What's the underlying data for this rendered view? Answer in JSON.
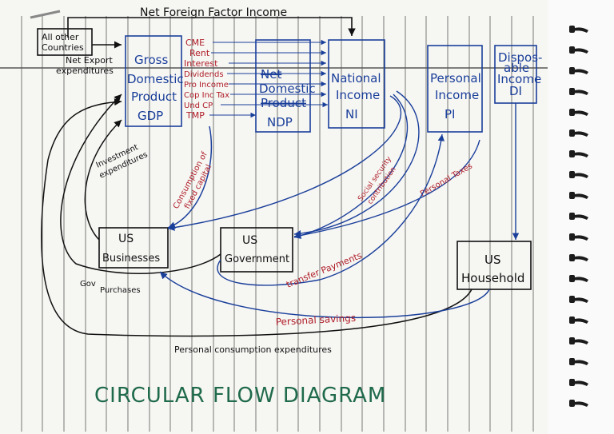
{
  "title": "CIRCULAR FLOW DIAGRAM",
  "top_arrow_label": "Net Foreign Factor Income",
  "other_countries": [
    "All other",
    "Countries"
  ],
  "net_export": [
    "Net Export",
    "expenditures"
  ],
  "gdp_box": [
    "Gross",
    "Domestic",
    "Product",
    "GDP"
  ],
  "components": [
    "CME",
    "Rent",
    "Interest",
    "Dividends",
    "Pro Income",
    "Cop Inc Tax",
    "Und CP",
    "TMP"
  ],
  "ndp_box": [
    "Net",
    "Domestic",
    "Product",
    "NDP"
  ],
  "ni_box": [
    "National",
    "Income",
    "NI"
  ],
  "pi_box": [
    "Personal",
    "Income",
    "PI"
  ],
  "di_box": [
    "Dispos-",
    "able",
    "Income",
    "DI"
  ],
  "businesses": [
    "US",
    "Businesses"
  ],
  "government": [
    "US",
    "Government"
  ],
  "household": [
    "US",
    "Household"
  ],
  "investment": [
    "Investment",
    "expenditures"
  ],
  "consumption_fixed": [
    "Consumption of",
    "fixed capital"
  ],
  "social_security": [
    "Social security",
    "contribution"
  ],
  "personal_taxes": "Personal Taxes",
  "transfer_payments": "transfer Payments",
  "gov_purchases": [
    "Gov",
    "Purchases"
  ],
  "personal_savings": "Personal savings",
  "personal_consumption": "Personal consumption expenditures",
  "colors": {
    "ink_blue": "#1a3f9a",
    "ink_red": "#b01e28",
    "ink_black": "#111111",
    "title_green": "#1f6a4a",
    "paper": "#f4f4f2"
  }
}
